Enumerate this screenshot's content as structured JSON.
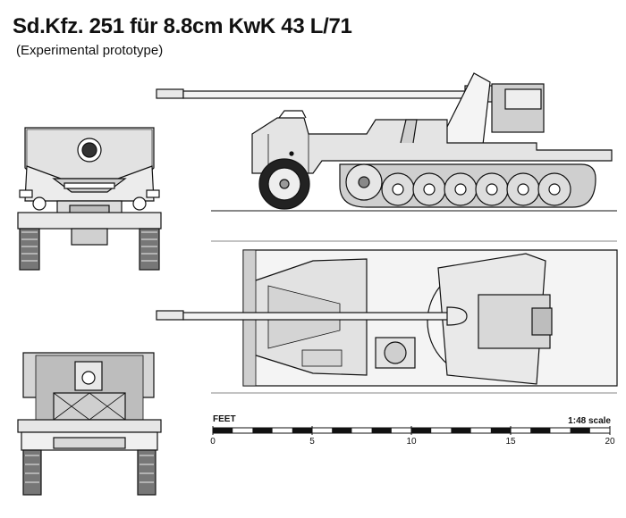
{
  "title": "Sd.Kfz. 251 für 8.8cm KwK 43 L/71",
  "subtitle": "(Experimental prototype)",
  "scale": {
    "unit_label": "FEET",
    "ratio_label": "1:48 scale",
    "ticks": [
      "0",
      "5",
      "10",
      "15",
      "20"
    ],
    "tick_values": [
      0,
      5,
      10,
      15,
      20
    ],
    "max_feet": 20
  },
  "colors": {
    "line": "#111111",
    "body": "#e6e6e6",
    "shade": "#c8c8c8",
    "dark": "#8a8a8a"
  }
}
